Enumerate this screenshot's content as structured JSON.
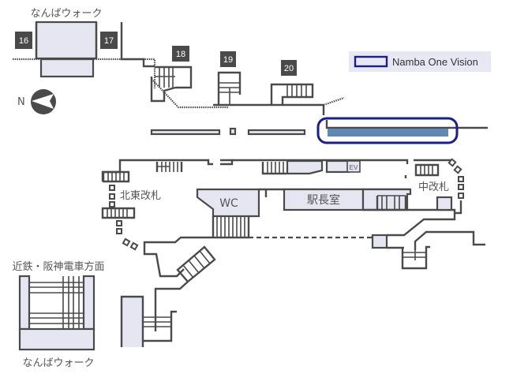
{
  "map": {
    "title": "Namba station concourse map",
    "colors": {
      "wall": "#4a4a4a",
      "room_fill": "#e6e6f2",
      "legend_bg": "#e8e8f4",
      "highlight_outline": "#1a1f8a",
      "highlight_fill": "#5f88b4"
    },
    "legend": {
      "label": "Namba One Vision"
    },
    "compass": {
      "label": "N",
      "icon": "north-arrow-icon"
    },
    "exits": [
      {
        "number": "16"
      },
      {
        "number": "17"
      },
      {
        "number": "18"
      },
      {
        "number": "19"
      },
      {
        "number": "20"
      }
    ],
    "areas": {
      "namba_walk_top": "なんばウォーク",
      "namba_walk_bottom": "なんばウォーク",
      "kintetsu_hanshin": "近鉄・阪神電車方面",
      "northeast_gate": "北東改札",
      "central_gate": "中改札",
      "wc": "WC",
      "station_office": "駅長室",
      "elevator": "EV"
    }
  }
}
